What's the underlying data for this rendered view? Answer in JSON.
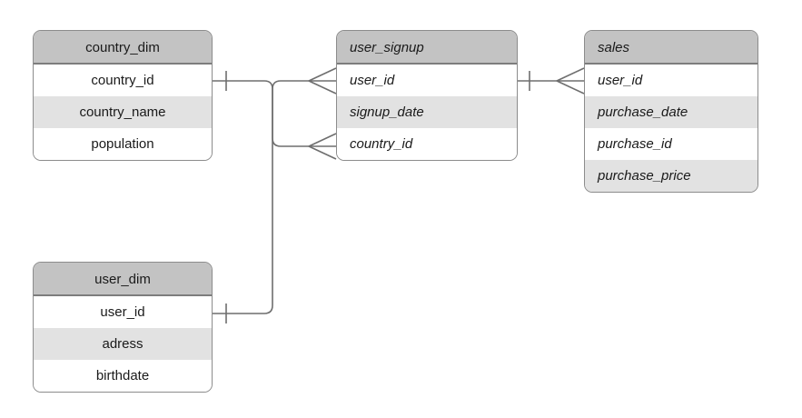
{
  "diagram": {
    "type": "entity-relationship-diagram",
    "background_color": "#ffffff",
    "header_color": "#c3c3c3",
    "alt_row_color": "#e2e2e2",
    "row_color": "#ffffff",
    "border_color": "#8c8c8c",
    "text_color": "#1a1a1a"
  },
  "entities": [
    {
      "id": "country_dim",
      "name": "country_dim",
      "title_style": "centered",
      "fields": [
        {
          "name": "country_id",
          "shaded": false
        },
        {
          "name": "country_name",
          "shaded": true
        },
        {
          "name": "population",
          "shaded": false
        }
      ]
    },
    {
      "id": "user_signup",
      "name": "user_signup",
      "title_style": "italic",
      "fields": [
        {
          "name": "user_id",
          "shaded": false
        },
        {
          "name": "signup_date",
          "shaded": true
        },
        {
          "name": "country_id",
          "shaded": false
        }
      ]
    },
    {
      "id": "sales",
      "name": "sales",
      "title_style": "italic",
      "fields": [
        {
          "name": "user_id",
          "shaded": false
        },
        {
          "name": "purchase_date",
          "shaded": true
        },
        {
          "name": "purchase_id",
          "shaded": false
        },
        {
          "name": "purchase_price",
          "shaded": true
        }
      ]
    },
    {
      "id": "user_dim",
      "name": "user_dim",
      "title_style": "centered",
      "fields": [
        {
          "name": "user_id",
          "shaded": false
        },
        {
          "name": "adress",
          "shaded": true
        },
        {
          "name": "birthdate",
          "shaded": false
        }
      ]
    }
  ],
  "relationships": [
    {
      "id": "country_dim-to-user_signup",
      "from_entity": "country_dim",
      "from_field": "country_id",
      "from_cardinality": "one",
      "to_entity": "user_signup",
      "to_field": "user_id",
      "to_cardinality": "many"
    },
    {
      "id": "country_dim-to-user_signup-country",
      "from_entity": "country_dim",
      "from_field": "country_id",
      "from_cardinality": "one",
      "to_entity": "user_signup",
      "to_field": "country_id",
      "to_cardinality": "many"
    },
    {
      "id": "user_dim-to-user_signup",
      "from_entity": "user_dim",
      "from_field": "user_id",
      "from_cardinality": "one",
      "to_entity": "user_signup",
      "to_field": "user_id",
      "to_cardinality": "many"
    },
    {
      "id": "user_signup-to-sales",
      "from_entity": "user_signup",
      "from_field": "user_id",
      "from_cardinality": "one",
      "to_entity": "sales",
      "to_field": "user_id",
      "to_cardinality": "many"
    }
  ]
}
